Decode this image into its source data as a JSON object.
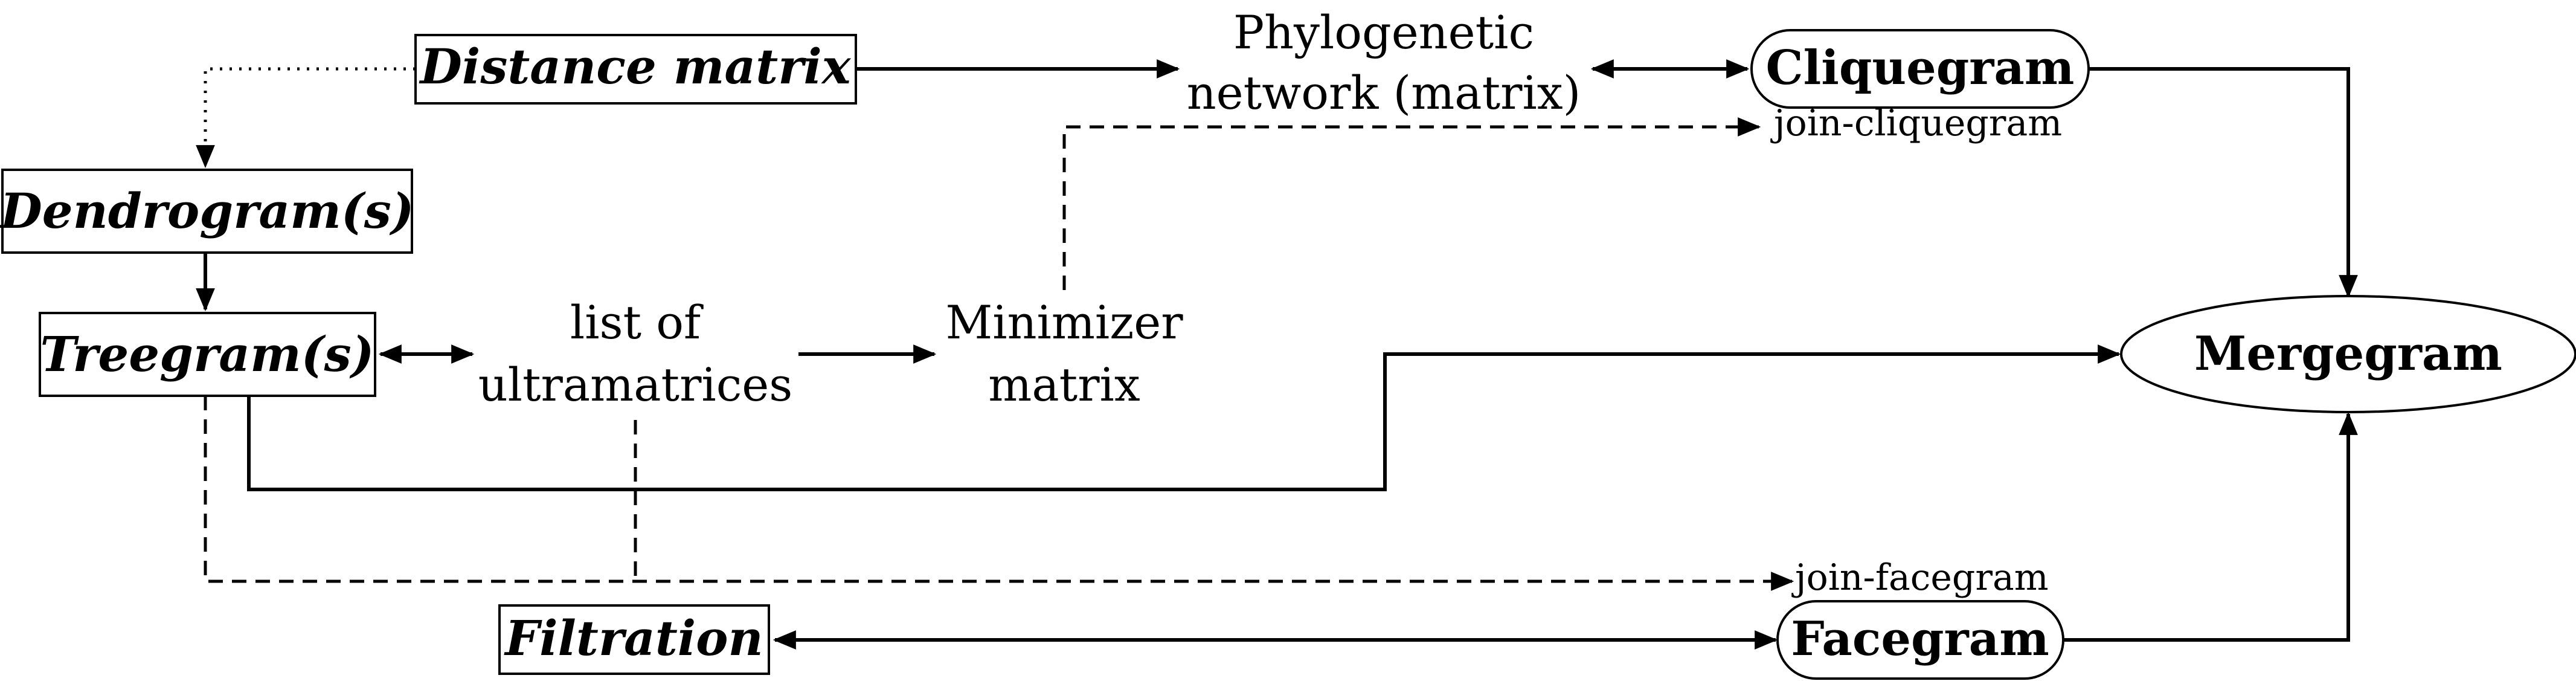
{
  "nodes": {
    "distance_matrix": "Distance matrix",
    "dendrograms": "Dendrogram(s)",
    "treegrams": "Treegram(s)",
    "filtration": "Filtration",
    "cliquegram": "Cliquegram",
    "facegram": "Facegram",
    "mergegram": "Mergegram",
    "phylo_line1": "Phylogenetic",
    "phylo_line2": "network (matrix)",
    "ultra_line1": "list of",
    "ultra_line2": "ultramatrices",
    "minimizer_line1": "Minimizer",
    "minimizer_line2": "matrix"
  },
  "edge_labels": {
    "join_cliquegram": "join-cliquegram",
    "join_facegram": "join-facegram"
  }
}
